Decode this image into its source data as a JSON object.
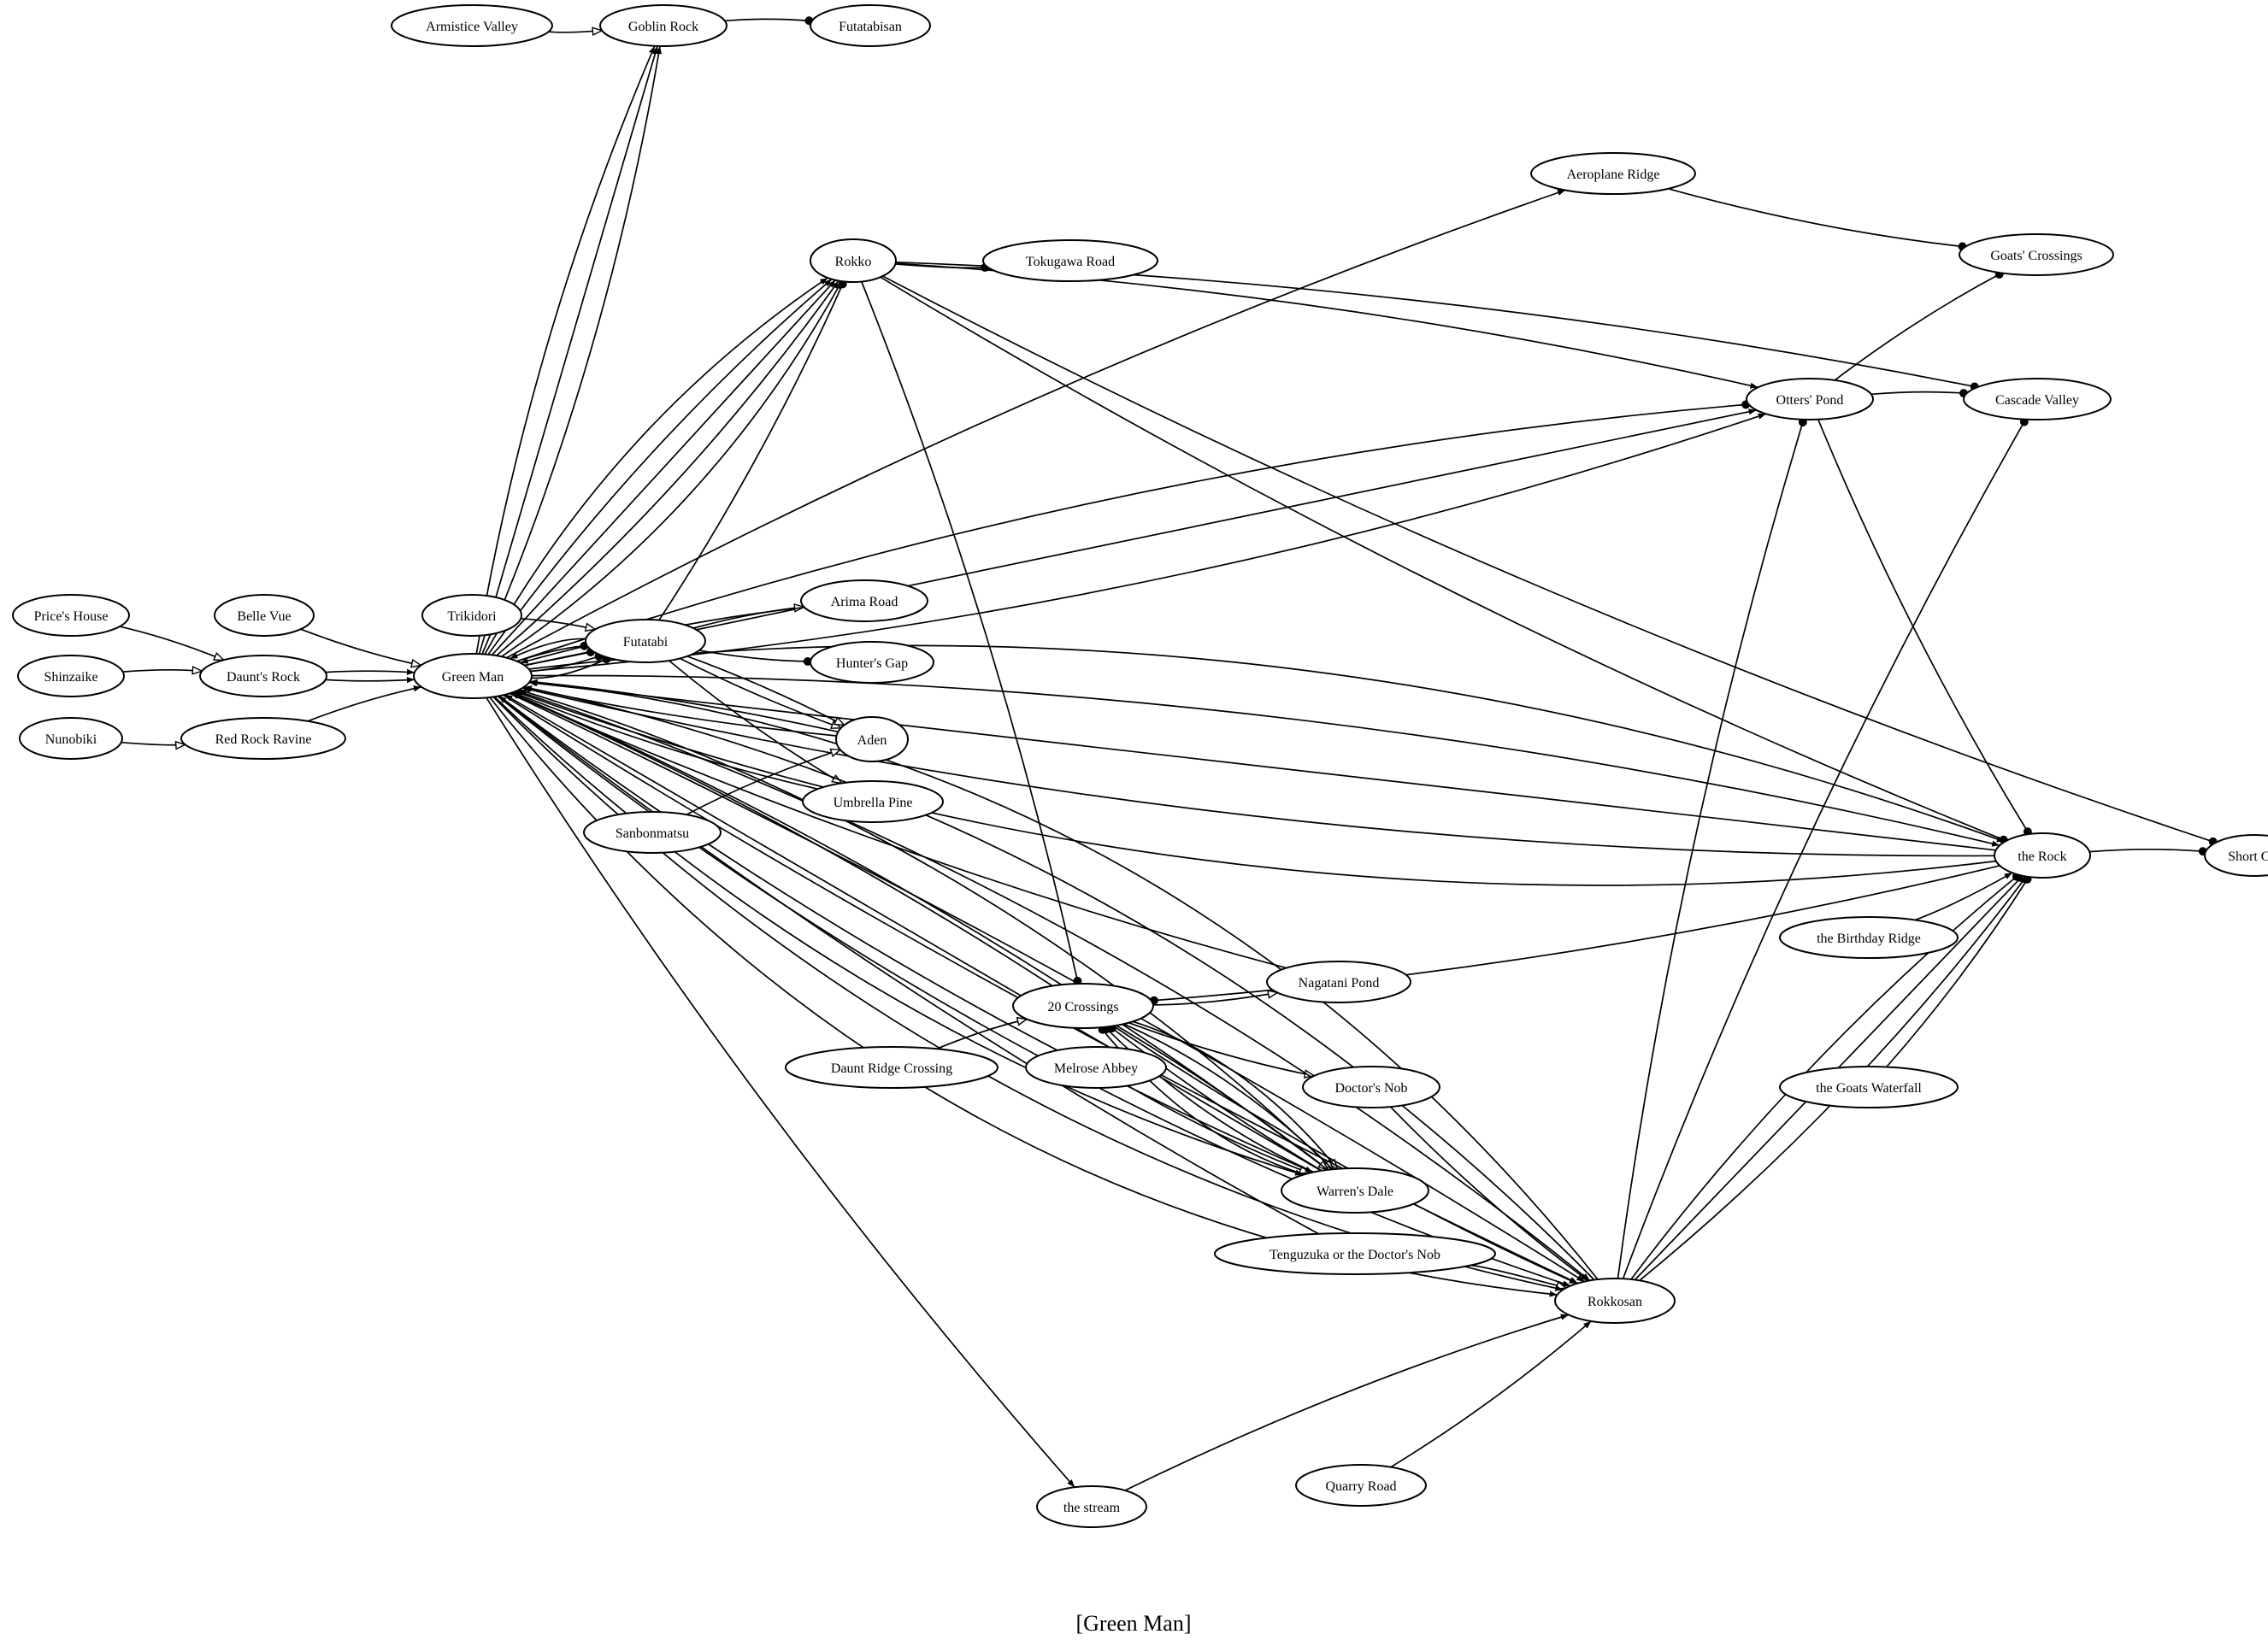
{
  "title": "[Green Man]",
  "nodes": [
    {
      "id": "armistice",
      "label": "Armistice Valley"
    },
    {
      "id": "goblin",
      "label": "Goblin Rock"
    },
    {
      "id": "futatabisan",
      "label": "Futatabisan"
    },
    {
      "id": "aeroplane",
      "label": "Aeroplane Ridge"
    },
    {
      "id": "rokko",
      "label": "Rokko"
    },
    {
      "id": "tokugawa",
      "label": "Tokugawa Road"
    },
    {
      "id": "goats_cross",
      "label": "Goats' Crossings"
    },
    {
      "id": "otters",
      "label": "Otters' Pond"
    },
    {
      "id": "cascade",
      "label": "Cascade Valley"
    },
    {
      "id": "prices",
      "label": "Price's House"
    },
    {
      "id": "bellevue",
      "label": "Belle Vue"
    },
    {
      "id": "trikidori",
      "label": "Trikidori"
    },
    {
      "id": "arima",
      "label": "Arima Road"
    },
    {
      "id": "futatabi",
      "label": "Futatabi"
    },
    {
      "id": "hunters",
      "label": "Hunter's Gap"
    },
    {
      "id": "shinzaike",
      "label": "Shinzaike"
    },
    {
      "id": "daunts",
      "label": "Daunt's Rock"
    },
    {
      "id": "greenman",
      "label": "Green Man"
    },
    {
      "id": "nunobiki",
      "label": "Nunobiki"
    },
    {
      "id": "redrock",
      "label": "Red Rock Ravine"
    },
    {
      "id": "aden",
      "label": "Aden"
    },
    {
      "id": "umbrella",
      "label": "Umbrella Pine"
    },
    {
      "id": "sanbonmatsu",
      "label": "Sanbonmatsu"
    },
    {
      "id": "therock",
      "label": "the Rock"
    },
    {
      "id": "shortcut",
      "label": "Short Cut"
    },
    {
      "id": "birthday",
      "label": "the Birthday Ridge"
    },
    {
      "id": "nagatani",
      "label": "Nagatani Pond"
    },
    {
      "id": "c20",
      "label": "20 Crossings"
    },
    {
      "id": "dauntridge",
      "label": "Daunt Ridge Crossing"
    },
    {
      "id": "melrose",
      "label": "Melrose Abbey"
    },
    {
      "id": "doctorsnob",
      "label": "Doctor's Nob"
    },
    {
      "id": "goatswater",
      "label": "the Goats Waterfall"
    },
    {
      "id": "warrens",
      "label": "Warren's Dale"
    },
    {
      "id": "tenguzuka",
      "label": "Tenguzuka or the Doctor's Nob"
    },
    {
      "id": "rokkosan",
      "label": "Rokkosan"
    },
    {
      "id": "quarry",
      "label": "Quarry Road"
    },
    {
      "id": "stream",
      "label": "the stream"
    }
  ],
  "edges": [
    {
      "from": "armistice",
      "to": "goblin",
      "head": "open"
    },
    {
      "from": "goblin",
      "to": "futatabisan",
      "head": "dot"
    },
    {
      "from": "greenman",
      "to": "goblin",
      "head": "filled"
    },
    {
      "from": "greenman",
      "to": "goblin",
      "head": "filled"
    },
    {
      "from": "greenman",
      "to": "goblin",
      "head": "filled"
    },
    {
      "from": "greenman",
      "to": "aeroplane",
      "head": "filled"
    },
    {
      "from": "aeroplane",
      "to": "goats_cross",
      "head": "dot"
    },
    {
      "from": "otters",
      "to": "goats_cross",
      "head": "dot"
    },
    {
      "from": "greenman",
      "to": "otters",
      "head": "dot"
    },
    {
      "from": "greenman",
      "to": "otters",
      "head": "filled"
    },
    {
      "from": "greenman",
      "to": "otters",
      "head": "filled"
    },
    {
      "from": "rokko",
      "to": "otters",
      "head": "filled"
    },
    {
      "from": "rokko",
      "to": "cascade",
      "head": "dot"
    },
    {
      "from": "otters",
      "to": "cascade",
      "head": "dot"
    },
    {
      "from": "rokko",
      "to": "tokugawa",
      "head": "dot"
    },
    {
      "from": "rokko",
      "to": "shortcut",
      "head": "dot"
    },
    {
      "from": "rokko",
      "to": "therock",
      "head": "dot"
    },
    {
      "from": "rokko",
      "to": "c20",
      "head": "dot"
    },
    {
      "from": "greenman",
      "to": "rokko",
      "head": "filled"
    },
    {
      "from": "greenman",
      "to": "rokko",
      "head": "filled"
    },
    {
      "from": "greenman",
      "to": "rokko",
      "head": "filled"
    },
    {
      "from": "greenman",
      "to": "rokko",
      "head": "filled"
    },
    {
      "from": "greenman",
      "to": "rokko",
      "head": "filled"
    },
    {
      "from": "futatabi",
      "to": "rokko",
      "head": "dot"
    },
    {
      "from": "greenman",
      "to": "therock",
      "head": "filled"
    },
    {
      "from": "greenman",
      "to": "therock",
      "head": "filled"
    },
    {
      "from": "otters",
      "to": "therock",
      "head": "dot"
    },
    {
      "from": "therock",
      "to": "shortcut",
      "head": "dot"
    },
    {
      "from": "therock",
      "to": "greenman",
      "head": "filled"
    },
    {
      "from": "therock",
      "to": "greenman",
      "head": "filled"
    },
    {
      "from": "therock",
      "to": "greenman",
      "head": "filled"
    },
    {
      "from": "birthday",
      "to": "therock",
      "head": "filled"
    },
    {
      "from": "goatswater",
      "to": "therock",
      "head": "dot"
    },
    {
      "from": "rokkosan",
      "to": "therock",
      "head": "dot"
    },
    {
      "from": "rokkosan",
      "to": "therock",
      "head": "dot"
    },
    {
      "from": "rokkosan",
      "to": "therock",
      "head": "dot"
    },
    {
      "from": "rokkosan",
      "to": "otters",
      "head": "dot"
    },
    {
      "from": "rokkosan",
      "to": "cascade",
      "head": "dot"
    },
    {
      "from": "prices",
      "to": "daunts",
      "head": "open"
    },
    {
      "from": "shinzaike",
      "to": "daunts",
      "head": "open"
    },
    {
      "from": "nunobiki",
      "to": "redrock",
      "head": "open"
    },
    {
      "from": "daunts",
      "to": "greenman",
      "head": "filled"
    },
    {
      "from": "daunts",
      "to": "greenman",
      "head": "filled"
    },
    {
      "from": "bellevue",
      "to": "greenman",
      "head": "open"
    },
    {
      "from": "redrock",
      "to": "greenman",
      "head": "filled"
    },
    {
      "from": "trikidori",
      "to": "futatabi",
      "head": "open"
    },
    {
      "from": "greenman",
      "to": "futatabi",
      "head": "dot"
    },
    {
      "from": "greenman",
      "to": "futatabi",
      "head": "dot"
    },
    {
      "from": "greenman",
      "to": "futatabi",
      "head": "dot"
    },
    {
      "from": "greenman",
      "to": "futatabi",
      "head": "dot"
    },
    {
      "from": "futatabi",
      "to": "greenman",
      "head": "filled"
    },
    {
      "from": "futatabi",
      "to": "arima",
      "head": "open"
    },
    {
      "from": "futatabi",
      "to": "hunters",
      "head": "dot"
    },
    {
      "from": "futatabi",
      "to": "aden",
      "head": "open"
    },
    {
      "from": "futatabi",
      "to": "aden",
      "head": "open"
    },
    {
      "from": "futatabi",
      "to": "umbrella",
      "head": "open"
    },
    {
      "from": "arima",
      "to": "greenman",
      "head": "filled"
    },
    {
      "from": "aden",
      "to": "greenman",
      "head": "filled"
    },
    {
      "from": "aden",
      "to": "greenman",
      "head": "filled"
    },
    {
      "from": "sanbonmatsu",
      "to": "aden",
      "head": "open"
    },
    {
      "from": "umbrella",
      "to": "greenman",
      "head": "filled"
    },
    {
      "from": "nagatani",
      "to": "greenman",
      "head": "filled"
    },
    {
      "from": "c20",
      "to": "nagatani",
      "head": "open"
    },
    {
      "from": "c20",
      "to": "doctorsnob",
      "head": "open"
    },
    {
      "from": "c20",
      "to": "greenman",
      "head": "filled"
    },
    {
      "from": "dauntridge",
      "to": "c20",
      "head": "open"
    },
    {
      "from": "therock",
      "to": "c20",
      "head": "dot"
    },
    {
      "from": "melrose",
      "to": "warrens",
      "head": "open"
    },
    {
      "from": "c20",
      "to": "warrens",
      "head": "open"
    },
    {
      "from": "c20",
      "to": "warrens",
      "head": "open"
    },
    {
      "from": "c20",
      "to": "warrens",
      "head": "open"
    },
    {
      "from": "warrens",
      "to": "c20",
      "head": "dot"
    },
    {
      "from": "warrens",
      "to": "c20",
      "head": "dot"
    },
    {
      "from": "warrens",
      "to": "c20",
      "head": "dot"
    },
    {
      "from": "warrens",
      "to": "greenman",
      "head": "filled"
    },
    {
      "from": "warrens",
      "to": "greenman",
      "head": "filled"
    },
    {
      "from": "warrens",
      "to": "greenman",
      "head": "filled"
    },
    {
      "from": "greenman",
      "to": "warrens",
      "head": "filled"
    },
    {
      "from": "greenman",
      "to": "warrens",
      "head": "filled"
    },
    {
      "from": "tenguzuka",
      "to": "greenman",
      "head": "filled"
    },
    {
      "from": "tenguzuka",
      "to": "rokkosan",
      "head": "open"
    },
    {
      "from": "doctorsnob",
      "to": "rokkosan",
      "head": "filled"
    },
    {
      "from": "c20",
      "to": "rokkosan",
      "head": "filled"
    },
    {
      "from": "rokkosan",
      "to": "greenman",
      "head": "filled"
    },
    {
      "from": "rokkosan",
      "to": "greenman",
      "head": "filled"
    },
    {
      "from": "greenman",
      "to": "rokkosan",
      "head": "filled"
    },
    {
      "from": "greenman",
      "to": "rokkosan",
      "head": "filled"
    },
    {
      "from": "greenman",
      "to": "rokkosan",
      "head": "filled"
    },
    {
      "from": "greenman",
      "to": "rokkosan",
      "head": "filled"
    },
    {
      "from": "greenman",
      "to": "rokkosan",
      "head": "filled"
    },
    {
      "from": "greenman",
      "to": "rokkosan",
      "head": "filled"
    },
    {
      "from": "quarry",
      "to": "rokkosan",
      "head": "filled"
    },
    {
      "from": "stream",
      "to": "rokkosan",
      "head": "filled"
    },
    {
      "from": "greenman",
      "to": "stream",
      "head": "filled"
    }
  ]
}
